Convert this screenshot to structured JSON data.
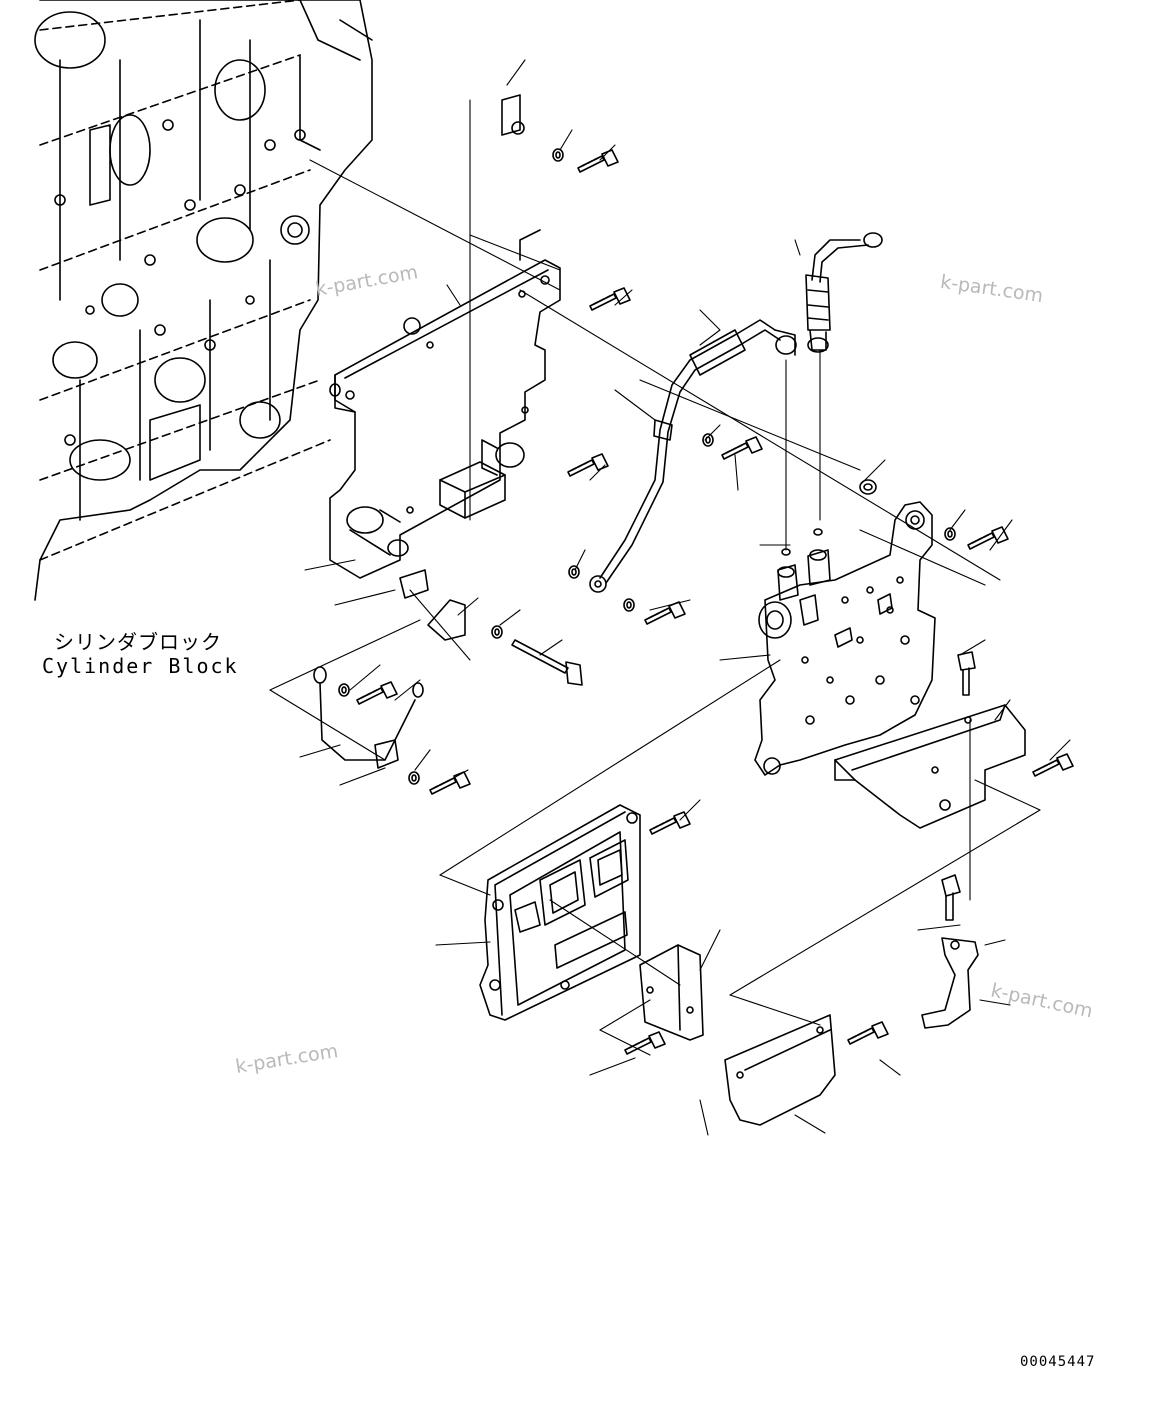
{
  "labels": {
    "cylinder_block_jp": "シリンダブロック",
    "cylinder_block_en": "Cylinder Block"
  },
  "watermark": "k-part.com",
  "drawing_number": "00045447",
  "colors": {
    "line": "#000000",
    "watermark": "#b9b9b9",
    "background": "#ffffff"
  }
}
